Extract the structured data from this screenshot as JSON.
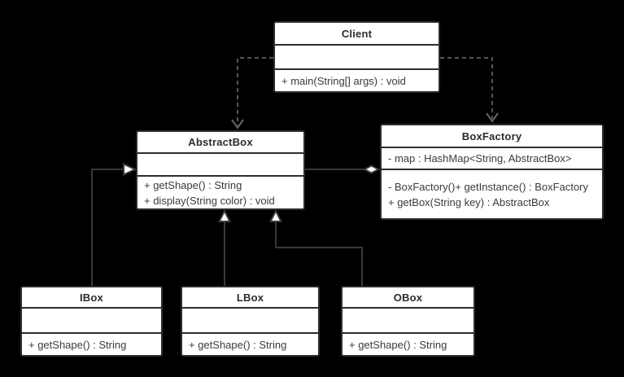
{
  "diagram": {
    "background": "#000000",
    "box_style": {
      "fill": "#ffffff",
      "border": "#2d2d2d",
      "text": "#333333"
    },
    "connector_style": {
      "solid": "#383838",
      "dashed": "#555555",
      "arrowhead_fill": "#ffffff"
    },
    "classes": {
      "client": {
        "title": "Client",
        "attributes": [],
        "methods": [
          "+ main(String[] args) : void"
        ]
      },
      "abstractBox": {
        "title": "AbstractBox",
        "attributes": [],
        "methods": [
          "+ getShape() : String",
          "+ display(String color) : void"
        ]
      },
      "boxFactory": {
        "title": "BoxFactory",
        "attributes": [
          "- map : HashMap<String, AbstractBox>"
        ],
        "methods": [
          "- BoxFactory()+ getInstance() : BoxFactory",
          "+ getBox(String key) : AbstractBox"
        ]
      },
      "iBox": {
        "title": "IBox",
        "attributes": [],
        "methods": [
          "+ getShape() : String"
        ]
      },
      "lBox": {
        "title": "LBox",
        "attributes": [],
        "methods": [
          "+ getShape() : String"
        ]
      },
      "oBox": {
        "title": "OBox",
        "attributes": [],
        "methods": [
          "+ getShape() : String"
        ]
      }
    },
    "relationships": [
      {
        "from": "Client",
        "to": "AbstractBox",
        "type": "dependency",
        "line": "dashed",
        "arrowhead": "open"
      },
      {
        "from": "Client",
        "to": "BoxFactory",
        "type": "dependency",
        "line": "dashed",
        "arrowhead": "open"
      },
      {
        "from": "BoxFactory",
        "to": "AbstractBox",
        "type": "aggregation",
        "line": "solid",
        "arrowhead": "hollow-diamond"
      },
      {
        "from": "IBox",
        "to": "AbstractBox",
        "type": "generalization",
        "line": "solid",
        "arrowhead": "hollow-triangle"
      },
      {
        "from": "LBox",
        "to": "AbstractBox",
        "type": "generalization",
        "line": "solid",
        "arrowhead": "hollow-triangle"
      },
      {
        "from": "OBox",
        "to": "AbstractBox",
        "type": "generalization",
        "line": "solid",
        "arrowhead": "hollow-triangle"
      }
    ]
  }
}
